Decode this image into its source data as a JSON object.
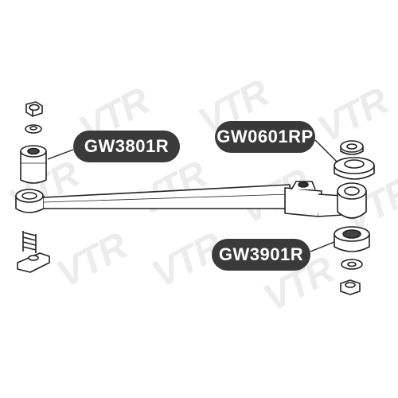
{
  "watermark": {
    "text": "VTR"
  },
  "callouts": [
    {
      "id": "lbl1",
      "part": "GW3801R"
    },
    {
      "id": "lbl2",
      "part": "GW0601RP"
    },
    {
      "id": "lbl3",
      "part": "GW3901R"
    }
  ],
  "colors": {
    "label_bg": "#3a3a3a",
    "label_text": "#ffffff",
    "line": "#222222",
    "watermark": "#ececec"
  }
}
